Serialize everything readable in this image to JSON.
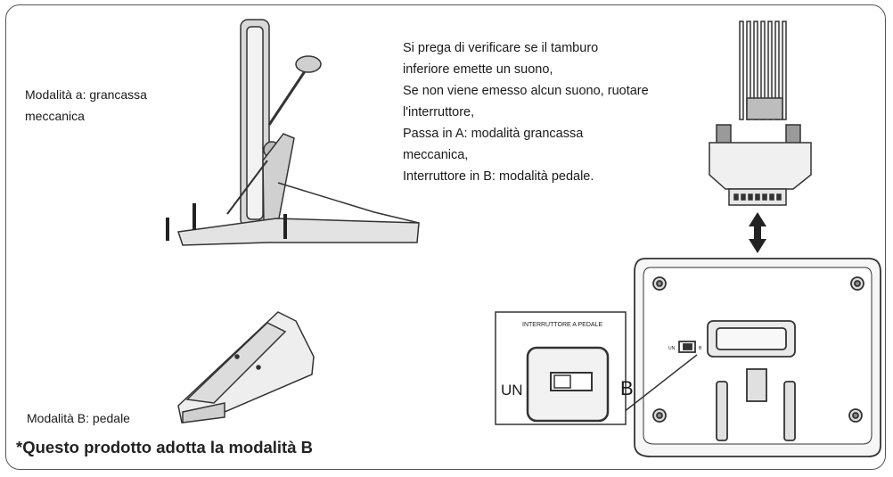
{
  "mode_a_label": "Modalità a: grancassa meccanica",
  "mode_b_label": "Modalità B: pedale",
  "instructions": [
    "Si prega di verificare se il tamburo",
    "inferiore emette un suono,",
    "Se non viene emesso alcun suono, ruotare",
    "l'interruttore,",
    "Passa in A: modalità grancassa",
    "meccanica,",
    "Interruttore in B: modalità pedale."
  ],
  "switch_panel": {
    "title": "INTERRUTTORE A PEDALE",
    "left_label": "UN",
    "right_label": "B",
    "small_left": "UN",
    "small_right": "B"
  },
  "footnote": "*Questo prodotto adotta la modalità B",
  "icons": [
    "kick-drum-illustration",
    "pedal-illustration",
    "cable-connector-illustration",
    "double-arrow-icon",
    "module-back-panel-illustration"
  ]
}
